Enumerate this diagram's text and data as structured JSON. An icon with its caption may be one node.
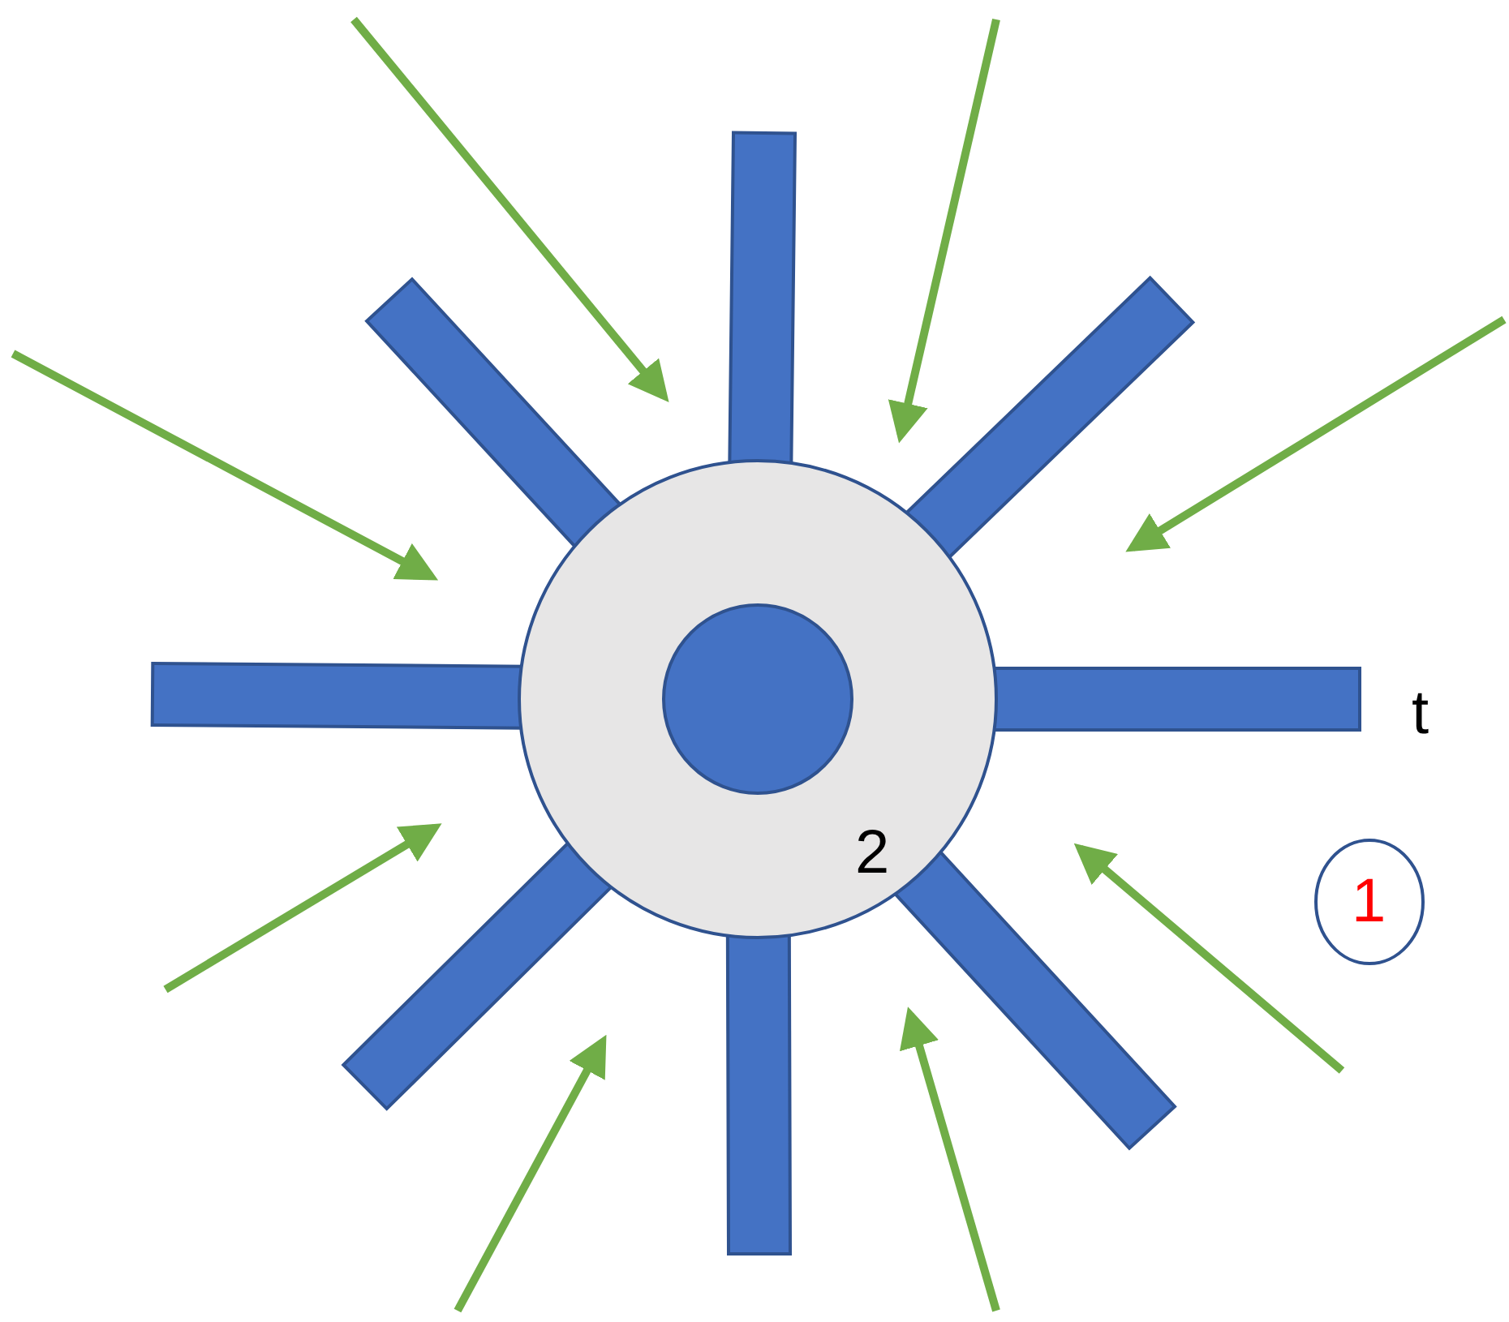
{
  "diagram": {
    "nodes": [
      {
        "text": [
          "2"
        ]
      },
      {
        "text": [],
        "shape": "circle",
        "in": 0
      },
      {
        "text": [
          "1"
        ]
      }
    ],
    "labels": [
      "t"
    ]
  }
}
